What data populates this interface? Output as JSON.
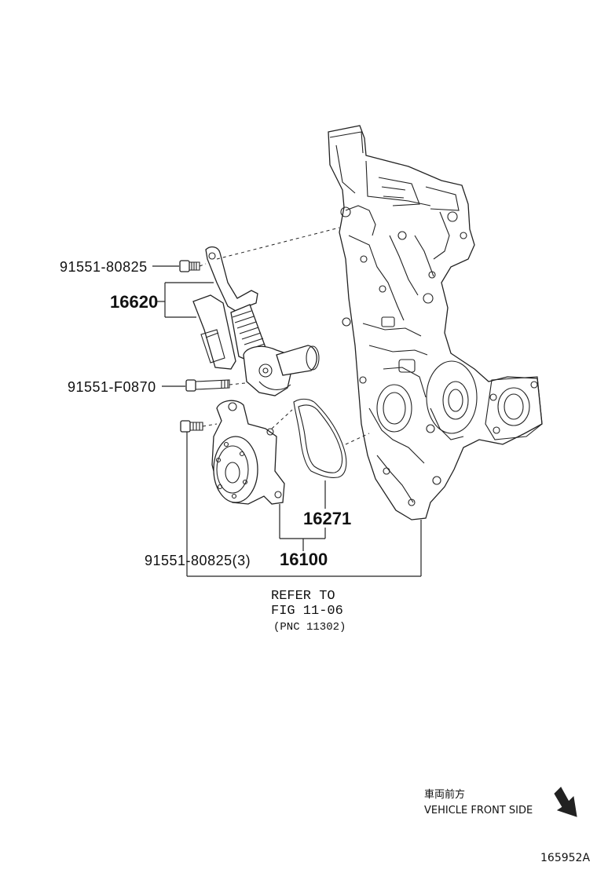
{
  "labels": {
    "bolt_top": "91551-80825",
    "tensioner": "16620",
    "bolt_long": "91551-F0870",
    "gasket": "16271",
    "bolt_set": "91551-80825(3)",
    "water_pump": "16100"
  },
  "reference": {
    "line1": "REFER TO",
    "line2": "FIG 11-06",
    "line3": "(PNC 11302)"
  },
  "orientation": {
    "japanese": "車両前方",
    "english": "VEHICLE FRONT SIDE"
  },
  "figure_id": "165952A"
}
